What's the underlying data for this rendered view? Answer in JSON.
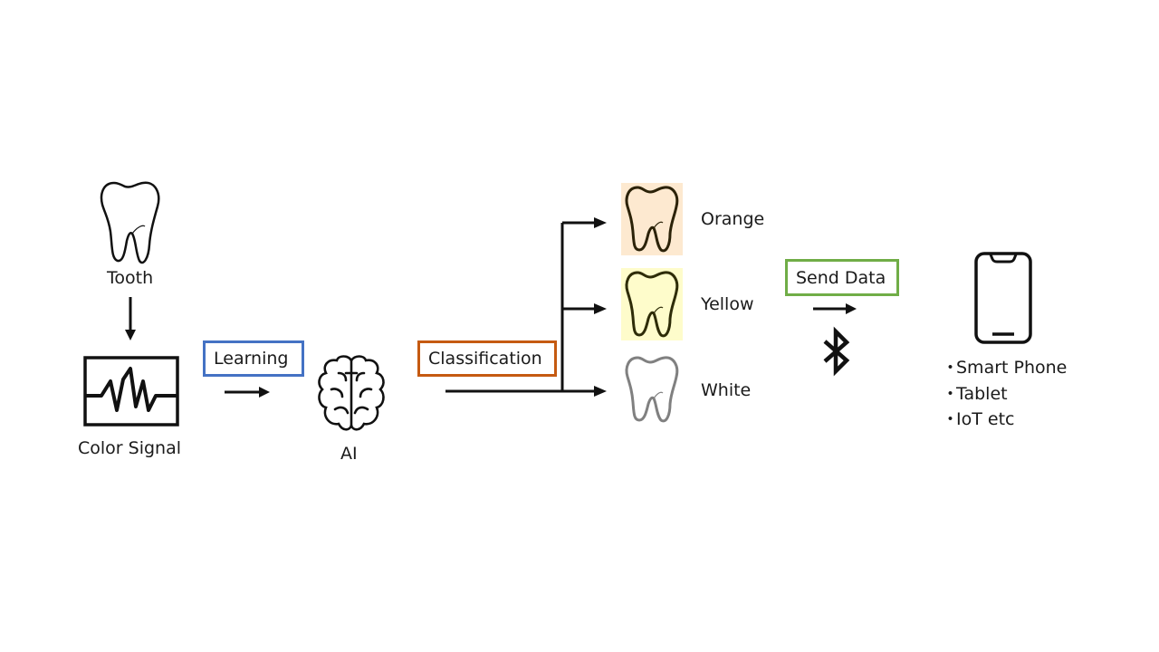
{
  "diagram": {
    "source": {
      "tooth_label": "Tooth",
      "signal_label": "Color Signal"
    },
    "steps": {
      "learning": {
        "label": "Learning",
        "color": "#4472c4"
      },
      "ai": {
        "label": "AI"
      },
      "classification": {
        "label": "Classification",
        "color": "#c55a11"
      },
      "send_data": {
        "label": "Send Data",
        "color": "#70ad47"
      }
    },
    "classes": [
      {
        "label": "Orange",
        "bg": "#fde9d0",
        "outline": "#2b2208"
      },
      {
        "label": "Yellow",
        "bg": "#fefccb",
        "outline": "#2e2c08"
      },
      {
        "label": "White",
        "bg": "#ffffff",
        "outline": "#808080"
      }
    ],
    "devices": {
      "icon": "smartphone-icon",
      "items": [
        "Smart Phone",
        "Tablet",
        "IoT etc"
      ],
      "bullet": "・"
    },
    "icons": [
      "tooth-icon",
      "signal-monitor-icon",
      "brain-icon",
      "bluetooth-icon",
      "smartphone-icon"
    ]
  }
}
